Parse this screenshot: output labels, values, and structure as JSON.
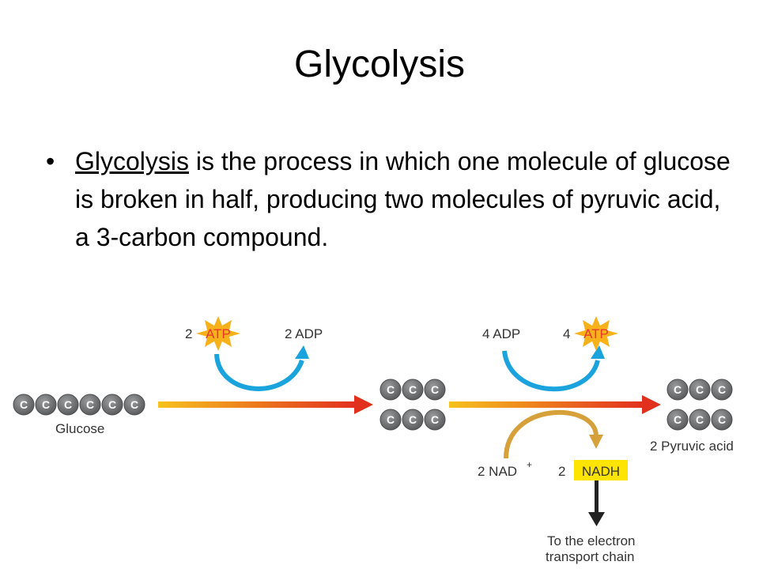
{
  "slide": {
    "title": "Glycolysis",
    "bullet_term": "Glycolysis",
    "bullet_rest": " is the process in which one molecule of glucose is broken in half, producing two molecules of pyruvic acid, a 3-carbon compound."
  },
  "diagram": {
    "carbon_symbol": "C",
    "glucose_label": "Glucose",
    "atp_in_count": "2",
    "atp_label": "ATP",
    "adp_out_label": "2 ADP",
    "adp_in_label": "4 ADP",
    "atp_out_count": "4",
    "nad_label": "2 NAD",
    "nad_superscript": "+",
    "nadh_count": "2",
    "nadh_label": "NADH",
    "pyruvic_label": "2 Pyruvic acid",
    "etc_line1": "To the electron",
    "etc_line2": "transport chain",
    "colors": {
      "carbon_ball": "#6d6e70",
      "atp_star": "#f7b21b",
      "atp_text": "#e8372c",
      "blue_arrow": "#1aa3dc",
      "gold_arrow": "#d6a13a",
      "nadh_box": "#ffe400",
      "main_arrow_start": "#f7c21e",
      "main_arrow_end": "#e2301f"
    }
  }
}
